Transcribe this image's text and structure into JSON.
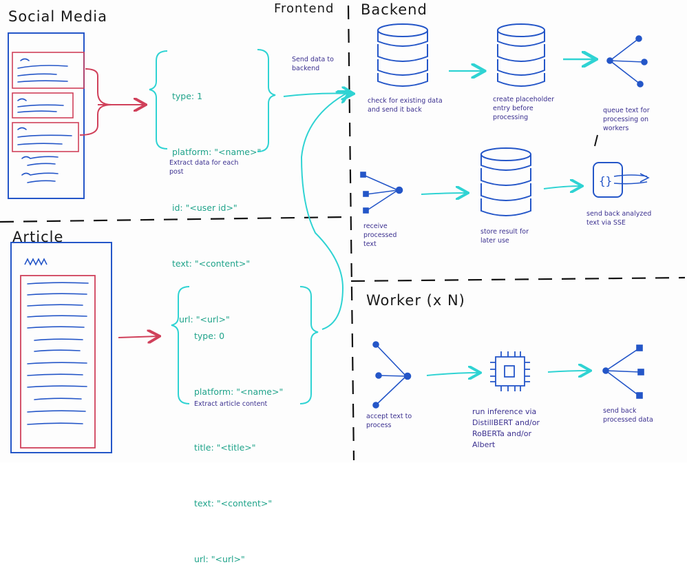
{
  "sections": {
    "social_media": "Social Media",
    "frontend": "Frontend",
    "backend": "Backend",
    "article": "Article",
    "worker": "Worker (x N)"
  },
  "social_json": {
    "type": "type: 1",
    "platform": "platform: \"<name>\"",
    "id": "id: \"<user id>\"",
    "text": "text: \"<content>\"",
    "url": "url: \"<url>\""
  },
  "article_json": {
    "type": "type: 0",
    "platform": "platform: \"<name>\"",
    "title": "title: \"<title>\"",
    "text": "text: \"<content>\"",
    "url": "url: \"<url>\""
  },
  "notes": {
    "extract_post": "Extract data for each post",
    "extract_article": "Extract article content",
    "send_backend": "Send data to backend",
    "check_existing": "check for existing data and send it back",
    "create_placeholder": "create placeholder entry before processing",
    "queue_text": "queue text for processing on workers",
    "receive_processed": "receive processed text",
    "store_result": "store result for later use",
    "send_back_sse": "send back analyzed text via SSE",
    "accept_text": "accept text to process",
    "run_inference": "run inference via DistillBERT and/or RoBERTa and/or Albert",
    "send_back_processed": "send back processed data"
  },
  "icons": {
    "database": "database-stack-icon",
    "fan_out": "fan-out-nodes-icon",
    "fan_in": "fan-in-nodes-icon",
    "chip": "cpu-chip-icon",
    "sse": "braces-signal-icon"
  },
  "colors": {
    "blue": "#2456c8",
    "teal": "#2fd3d3",
    "red": "#d0405a",
    "purple": "#3a2f8f",
    "green": "#1fa38a"
  }
}
